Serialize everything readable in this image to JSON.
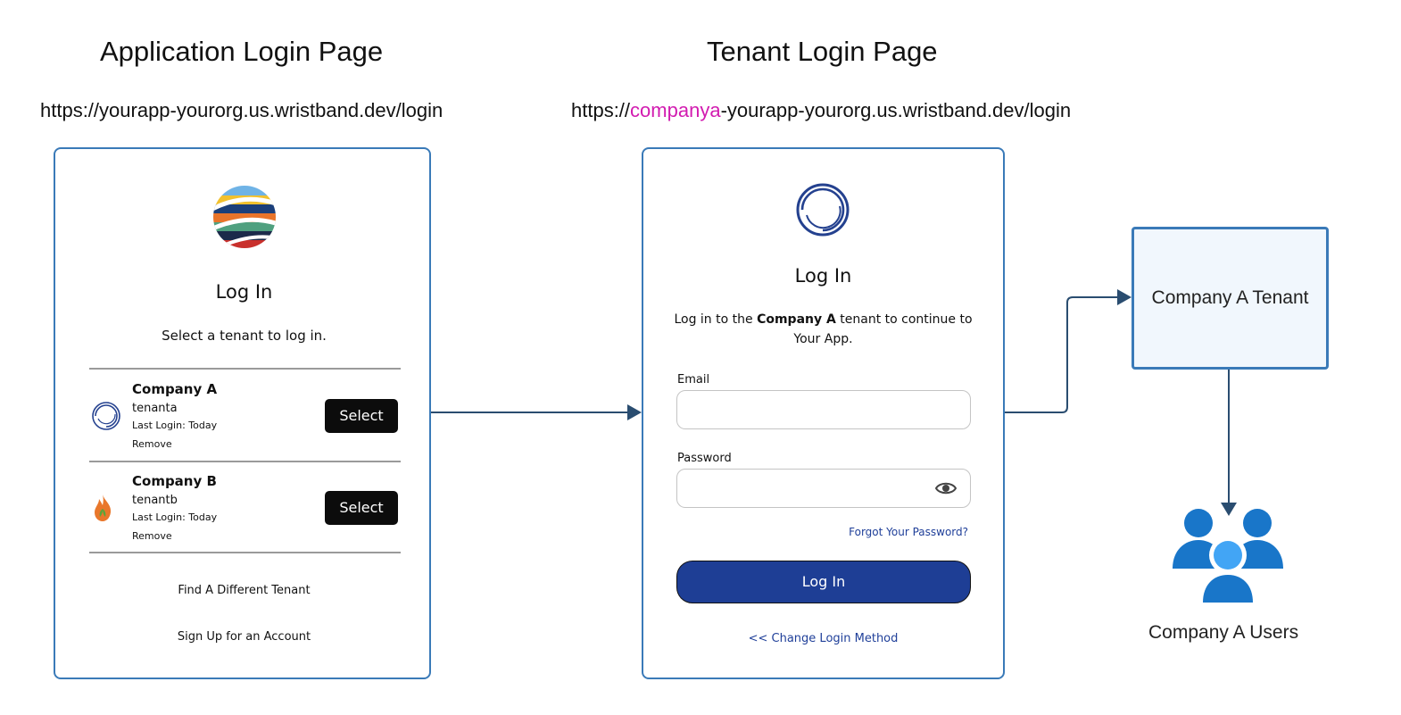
{
  "headings": {
    "app_login": "Application Login Page",
    "tenant_login": "Tenant Login Page"
  },
  "urls": {
    "app_url": "https://yourapp-yourorg.us.wristband.dev/login",
    "tenant_url_prefix": "https://",
    "tenant_url_highlight": "companya",
    "tenant_url_suffix": "-yourapp-yourorg.us.wristband.dev/login",
    "highlight_color": "#d21cb0"
  },
  "app_login": {
    "title": "Log In",
    "subtitle": "Select a tenant to log in.",
    "tenants": [
      {
        "name": "Company A",
        "id": "tenanta",
        "last_login": "Last Login: Today",
        "remove": "Remove",
        "select": "Select",
        "icon": "ring-logo-icon"
      },
      {
        "name": "Company B",
        "id": "tenantb",
        "last_login": "Last Login: Today",
        "remove": "Remove",
        "select": "Select",
        "icon": "flame-logo-icon"
      }
    ],
    "find_tenant": "Find A Different Tenant",
    "sign_up": "Sign Up for an Account"
  },
  "tenant_login": {
    "title": "Log In",
    "desc_prefix": "Log in to the ",
    "desc_bold": "Company A",
    "desc_suffix": " tenant to continue to",
    "desc_line2": "Your App.",
    "email_label": "Email",
    "email_value": "",
    "password_label": "Password",
    "password_value": "",
    "forgot": "Forgot Your Password?",
    "login_button": "Log In",
    "change_method": "<< Change Login Method"
  },
  "tenant_box": {
    "label": "Company A Tenant"
  },
  "users": {
    "label": "Company A Users",
    "icon": "users-group-icon"
  },
  "colors": {
    "panel_border": "#3a7ab8",
    "primary_button": "#1e3e95",
    "arrow": "#2a4d70",
    "users_icon": "#1976c9"
  }
}
